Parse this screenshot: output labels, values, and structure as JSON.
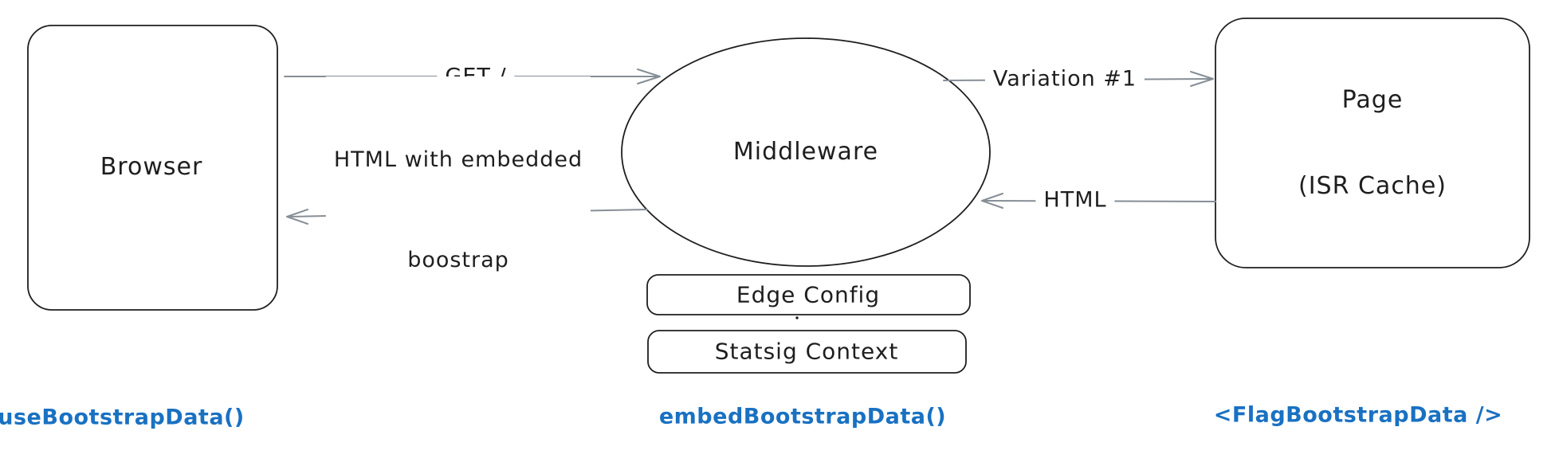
{
  "diagram": {
    "nodes": {
      "browser": {
        "label": "Browser"
      },
      "middleware": {
        "label": "Middleware"
      },
      "page": {
        "label_line1": "Page",
        "label_line2": "(ISR Cache)"
      },
      "edge_config": {
        "label": "Edge Config"
      },
      "statsig_context": {
        "label": "Statsig Context"
      }
    },
    "arrows": {
      "get_request": {
        "label": "GET /",
        "from": "Browser",
        "to": "Middleware"
      },
      "variation": {
        "label": "Variation #1",
        "from": "Middleware",
        "to": "Page"
      },
      "html_response": {
        "label": "HTML",
        "from": "Page",
        "to": "Middleware"
      },
      "html_embedded": {
        "label_line1": "HTML with embedded",
        "label_line2": "boostrap",
        "from": "Middleware",
        "to": "Browser"
      }
    },
    "annotations": {
      "use_bootstrap": {
        "label": "useBootstrapData()"
      },
      "embed_bootstrap": {
        "label": "embedBootstrapData()"
      },
      "flag_bootstrap": {
        "label": "<FlagBootstrapData />"
      }
    },
    "colors": {
      "shape_stroke": "#1e1e1e",
      "arrow_stroke": "#868e96",
      "text": "#1e1e1e",
      "code_blue": "#1971c2",
      "background": "#ffffff"
    }
  }
}
